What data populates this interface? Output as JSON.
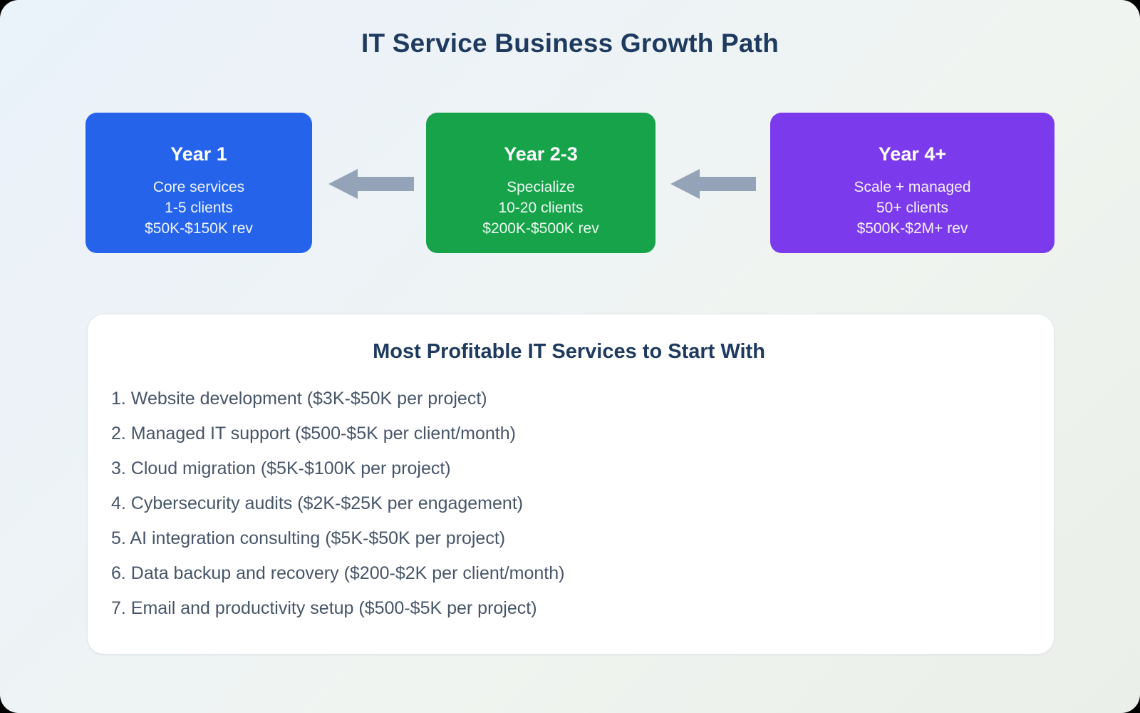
{
  "page": {
    "title": "IT Service Business Growth Path"
  },
  "flow": {
    "direction": "arrows point left, from later stages back toward Year 1",
    "arrow_icon": "left-arrow",
    "arrow_color": "#94a3b8",
    "stages": [
      {
        "title": "Year 1",
        "lines": [
          "Core services",
          "1-5 clients",
          "$50K-$150K rev"
        ],
        "color": "#2563eb"
      },
      {
        "title": "Year 2-3",
        "lines": [
          "Specialize",
          "10-20 clients",
          "$200K-$500K rev"
        ],
        "color": "#16a34a"
      },
      {
        "title": "Year 4+",
        "lines": [
          "Scale + managed",
          "50+ clients",
          "$500K-$2M+ rev"
        ],
        "color": "#7c3aed"
      }
    ]
  },
  "card": {
    "title": "Most Profitable IT Services to Start With",
    "items": [
      "1. Website development ($3K-$50K per project)",
      "2. Managed IT support ($500-$5K per client/month)",
      "3. Cloud migration ($5K-$100K per project)",
      "4. Cybersecurity audits ($2K-$25K per engagement)",
      "5. AI integration consulting ($5K-$50K per project)",
      "6. Data backup and recovery ($200-$2K per client/month)",
      "7. Email and productivity setup ($500-$5K per project)"
    ]
  },
  "colors": {
    "heading_text": "#1e3a5f",
    "list_text": "#475569",
    "card_background": "#ffffff",
    "card_border": "#e2e8f0",
    "stage_text": "#ffffff",
    "background_gradient_start": "#eaf2fa",
    "background_gradient_end": "#ebefe9"
  }
}
